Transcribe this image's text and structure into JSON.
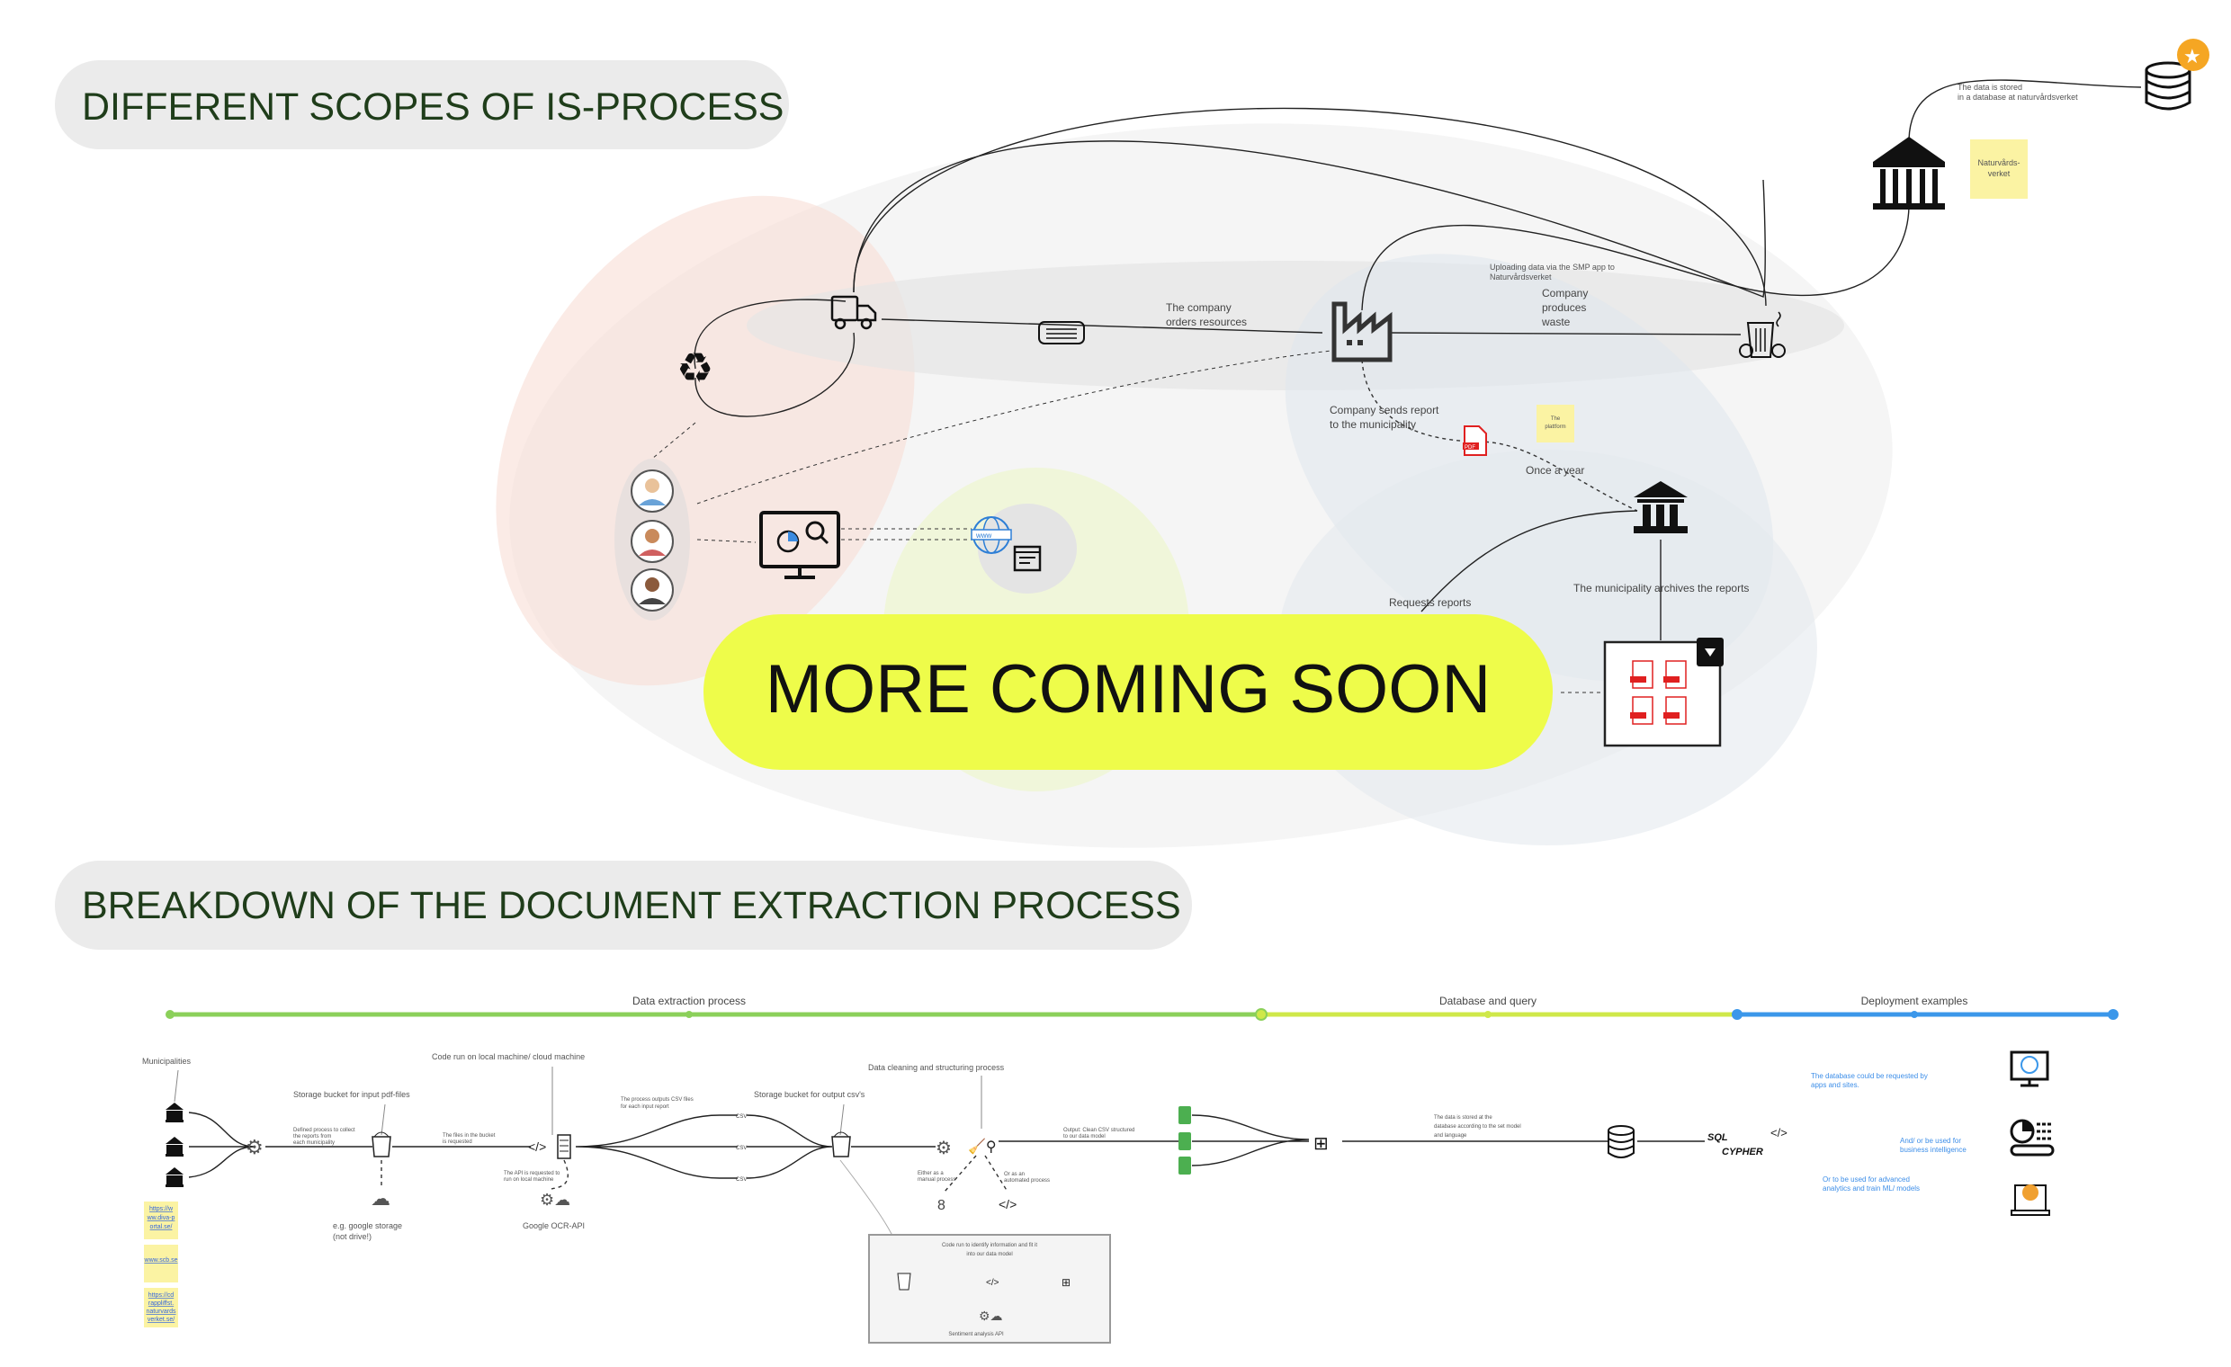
{
  "section1": {
    "title": "DIFFERENT SCOPES OF IS-PROCESS",
    "banner": "MORE COMING SOON",
    "labels": {
      "orders_1": "The company",
      "orders_2": "orders resources",
      "waste_1": "Company",
      "waste_2": "produces",
      "waste_3": "waste",
      "upload_1": "Uploading data via the SMP app to",
      "upload_2": "Naturvårdsverket",
      "stored_1": "The data is stored",
      "stored_2": "in a database at naturvårdsverket",
      "sends_1": "Company sends report",
      "sends_2": "to the municipality",
      "once": "Once a year",
      "requests": "Requests reports",
      "archives": "The municipality archives the reports"
    },
    "stickies": {
      "naturvardsverket_1": "Naturvårds-",
      "naturvardsverket_2": "verket",
      "platform_1": "The",
      "platform_2": "plattform"
    },
    "pdf_label": "PDF"
  },
  "section2": {
    "title": "BREAKDOWN OF THE DOCUMENT EXTRACTION PROCESS",
    "timeline": [
      {
        "label": "Data extraction process",
        "color": "#8bd05a"
      },
      {
        "label": "Database and query",
        "color": "#cfe84a"
      },
      {
        "label": "Deployment examples",
        "color": "#3b97ea"
      }
    ],
    "labels": {
      "municipalities": "Municipalities",
      "bucket_in": "Storage bucket for input pdf-files",
      "code_run": "Code run on local machine/ cloud machine",
      "google_storage_1": "e.g. google storage",
      "google_storage_2": "(not drive!)",
      "ocr": "Google OCR-API",
      "bucket_out": "Storage bucket for output csv's",
      "cleaning": "Data cleaning and structuring process",
      "box_1": "Code run to identify information and fit it",
      "box_2": "into our data model",
      "sentiment": "Sentiment analysis API",
      "stored_1": "The data is stored at the",
      "stored_2": "database according to the set model",
      "stored_3": "and language",
      "sql": "SQL",
      "cypher": "CYPHER",
      "collect_1": "Defined process to collect",
      "collect_2": "the reports from",
      "collect_3": "each municipality",
      "files_1": "The files in the bucket",
      "files_2": "is requested",
      "api_1": "The API is requested to",
      "api_2": "run on local machine",
      "outputs_1": "The process outputs CSV files",
      "outputs_2": "for each input report",
      "manual_1": "Either as a",
      "manual_2": "manual process",
      "auto_1": "Or as an",
      "auto_2": "automated process",
      "clean_1": "Output: Clean CSV structured",
      "clean_2": "to our data model",
      "csv": "CSV"
    },
    "deployment": {
      "apps_1": "The database could be requested by",
      "apps_2": "apps and sites.",
      "bi_1": "And/ or be used for",
      "bi_2": "business intelligence",
      "ml_1": "Or to be used for advanced",
      "ml_2": "analytics and train ML/ models"
    },
    "links": [
      [
        "https://w",
        "ww.diva-p",
        "ortal.se/"
      ],
      [
        "www.scb.se"
      ],
      [
        "https://cd",
        "rappliffst.",
        "naturvards",
        "verket.se/"
      ]
    ]
  }
}
